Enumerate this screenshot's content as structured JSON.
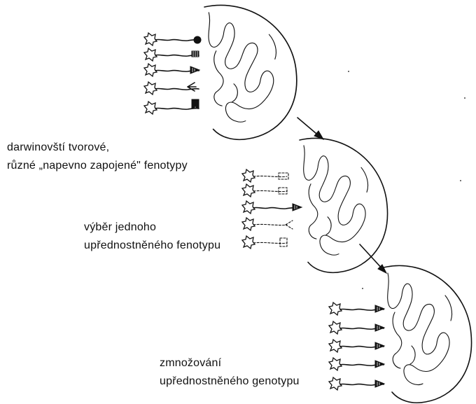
{
  "captions": {
    "stage1": {
      "line1": "darwinovští tvorové,",
      "line2": "různé „napevno zapojené\" fenotypy"
    },
    "stage2": {
      "line1": "výběr jednoho",
      "line2": "upřednostněného fenotypu"
    },
    "stage3": {
      "line1": "zmnožování",
      "line2": "upřednostněného genotypu"
    }
  },
  "colors": {
    "ink": "#111111",
    "paper": "#ffffff"
  }
}
